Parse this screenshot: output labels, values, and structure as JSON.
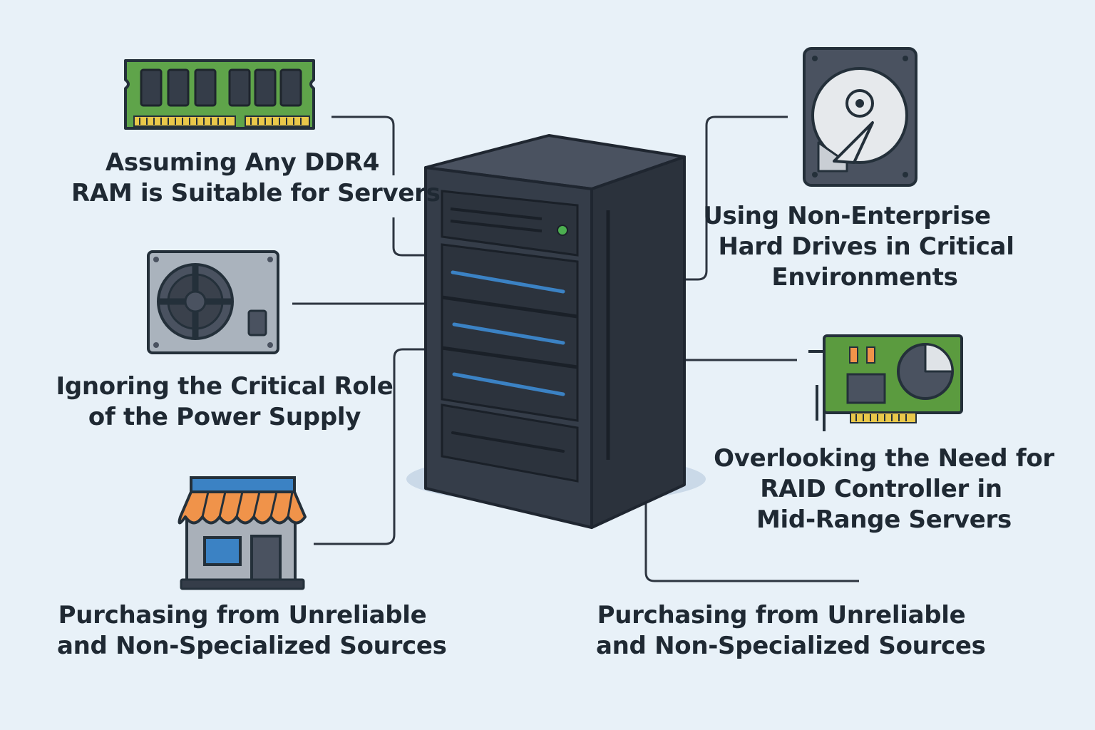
{
  "labels": {
    "ram": [
      "Assuming Any DDR4",
      "RAM is Suitable for Servers"
    ],
    "psu": [
      "Ignoring the Critical Role",
      "of the Power Supply"
    ],
    "store": [
      "Purchasing from Unreliable",
      "and Non-Specialized Sources"
    ],
    "hdd": [
      "Using Non-Enterprise",
      "Hard Drives in Critical",
      "Environments"
    ],
    "raid": [
      "Overlooking the Need for",
      "RAID Controller in",
      "Mid-Range Servers"
    ],
    "sources": [
      "Purchasing from Unreliable",
      "and Non-Specialized Sources"
    ]
  },
  "icons": {
    "center": "server-tower-icon",
    "ram": "ram-module-icon",
    "psu": "power-supply-icon",
    "store": "storefront-icon",
    "hdd": "hard-drive-icon",
    "raid": "raid-controller-card-icon"
  },
  "colors": {
    "background": "#e8f1f8",
    "text": "#1f2933",
    "server_body": "#353d49",
    "drive_light": "#3b82c4",
    "pcb_green": "#5b9b3f",
    "awning_orange": "#f0934a",
    "store_blue": "#3b82c4",
    "power_led": "#4caf50"
  }
}
